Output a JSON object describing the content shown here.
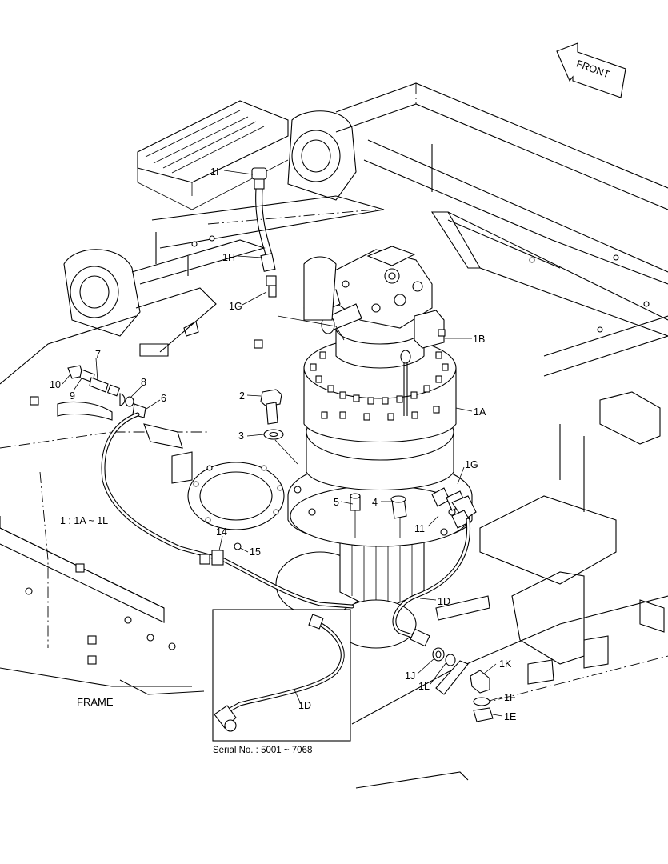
{
  "diagram": {
    "direction_label": "FRONT",
    "frame_label": "FRAME",
    "range_label": "1 : 1A ~ 1L",
    "inset_caption": "Serial No. : 5001 ~ 7068",
    "callouts": {
      "c1I": "1I",
      "c1H": "1H",
      "c1G_top": "1G",
      "c1B": "1B",
      "c1A": "1A",
      "c7": "7",
      "c10": "10",
      "c9": "9",
      "c8": "8",
      "c6": "6",
      "c2": "2",
      "c3": "3",
      "c1G_right": "1G",
      "c5": "5",
      "c4": "4",
      "c11": "11",
      "c14": "14",
      "c15": "15",
      "c1D": "1D",
      "c1D_inset": "1D",
      "c1K": "1K",
      "c1J": "1J",
      "c1L": "1L",
      "c1F": "1F",
      "c1E": "1E"
    }
  }
}
